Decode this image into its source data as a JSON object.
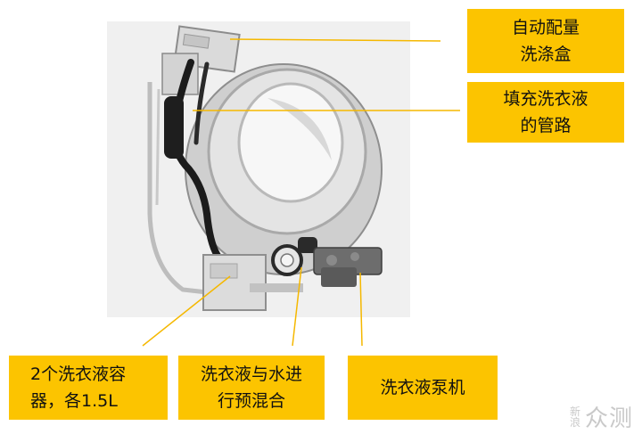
{
  "labels": {
    "auto_dosing_box": "自动配量\n洗涤盒",
    "fill_pipe": "填充洗衣液\n的管路",
    "containers": "2个洗衣液容\n器，各1.5L",
    "premix": "洗衣液与水进\n行预混合",
    "pump": "洗衣液泵机"
  },
  "watermark": {
    "small": "新\n浪",
    "big": "众测"
  },
  "colors": {
    "label_bg": "#fcc400",
    "leader_line": "#f5b800"
  }
}
